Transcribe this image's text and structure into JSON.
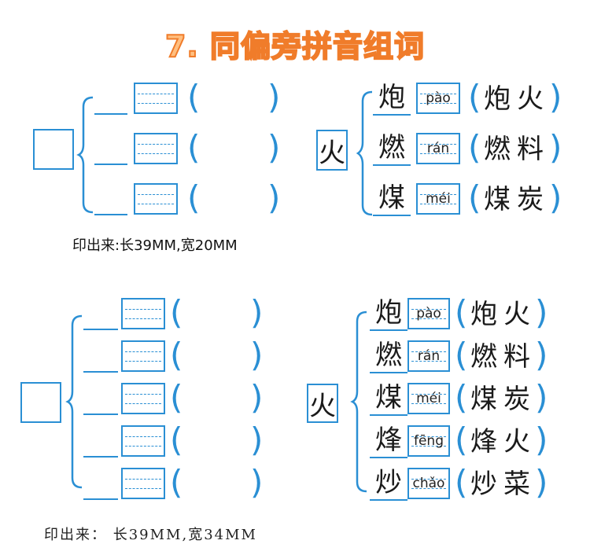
{
  "title": "7. 同偏旁拼音组词",
  "brace_color": "#2a8fd4",
  "title_color": "#f07c2a",
  "upper": {
    "radical": "火",
    "rows": [
      {
        "char": "炮",
        "pinyin": "pào",
        "word": "炮火"
      },
      {
        "char": "燃",
        "pinyin": "rán",
        "word": "燃料"
      },
      {
        "char": "煤",
        "pinyin": "méi",
        "word": "煤炭"
      }
    ],
    "note": "印出来:长39MM,宽20MM"
  },
  "lower": {
    "radical": "火",
    "rows": [
      {
        "char": "炮",
        "pinyin": "pào",
        "word": "炮火"
      },
      {
        "char": "燃",
        "pinyin": "rán",
        "word": "燃料"
      },
      {
        "char": "煤",
        "pinyin": "méi",
        "word": "煤炭"
      },
      {
        "char": "烽",
        "pinyin": "fēng",
        "word": "烽火"
      },
      {
        "char": "炒",
        "pinyin": "chǎo",
        "word": "炒菜"
      }
    ],
    "note": "印出来： 长39MM,宽34MM"
  },
  "parens": {
    "open": "(",
    "close": ")"
  }
}
